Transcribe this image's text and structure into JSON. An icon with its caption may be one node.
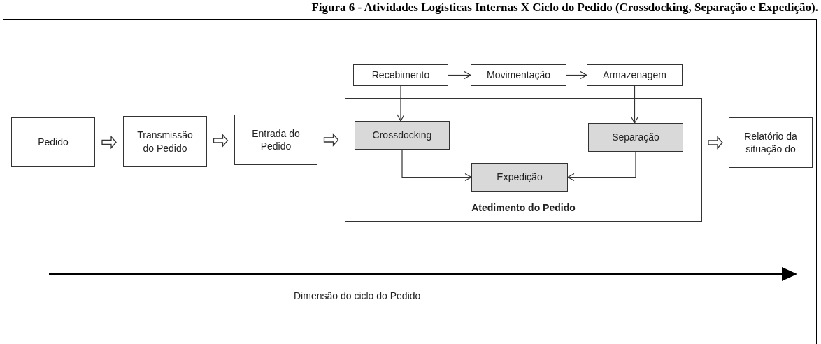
{
  "diagram": {
    "title": "Figura 6 - Atividades Logísticas Internas X Ciclo do Pedido (Crossdocking, Separação e Expedição).",
    "nodes": [
      {
        "text": [
          "Pedido"
        ]
      },
      {
        "text": [
          "Transmissão do Pedido"
        ]
      },
      {
        "text": [
          "Entrada do Pedido"
        ]
      },
      {
        "text": [
          "Recebimento"
        ]
      },
      {
        "text": [
          "Movimentação"
        ]
      },
      {
        "text": [
          "Armazenagem"
        ]
      },
      {
        "text": [
          "Atedimento do Pedido"
        ]
      },
      {
        "text": [
          "Crossdocking"
        ],
        "in": 6
      },
      {
        "text": [
          "Separação"
        ],
        "in": 6
      },
      {
        "text": [
          "Expedição"
        ],
        "in": 6
      },
      {
        "text": [
          "Relatório da situação do"
        ]
      }
    ],
    "edges": [
      {
        "from": 0,
        "to": 1,
        "arrow": "to",
        "style": "thick"
      },
      {
        "from": 1,
        "to": 2,
        "arrow": "to",
        "style": "thick"
      },
      {
        "from": 2,
        "to": 6,
        "arrow": "to",
        "style": "thick"
      },
      {
        "from": 6,
        "to": 10,
        "arrow": "to",
        "style": "thick"
      },
      {
        "from": 3,
        "to": 4,
        "arrow": "to"
      },
      {
        "from": 4,
        "to": 5,
        "arrow": "to"
      },
      {
        "from": 3,
        "to": 7,
        "arrow": "to"
      },
      {
        "from": 5,
        "to": 8,
        "arrow": "to"
      },
      {
        "from": 7,
        "to": 9,
        "arrow": "to"
      },
      {
        "from": 8,
        "to": 9,
        "arrow": "to"
      }
    ],
    "labels": [
      "Dimensão do ciclo do Pedido"
    ]
  }
}
